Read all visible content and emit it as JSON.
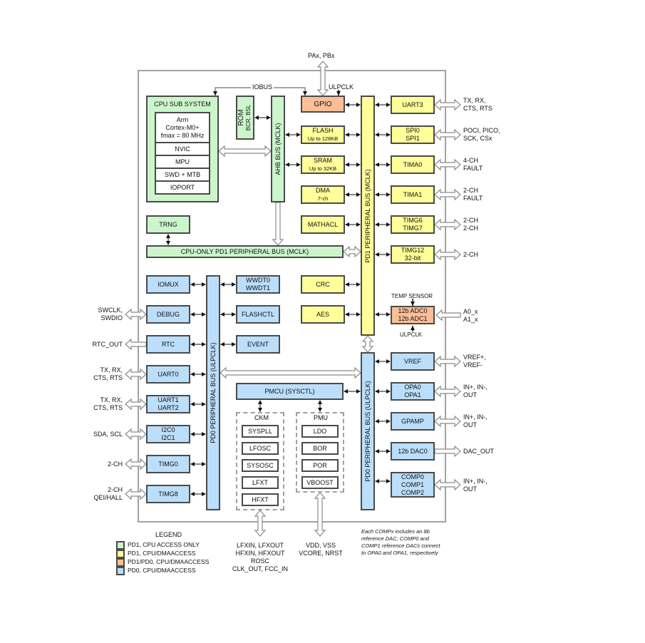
{
  "colors": {
    "pd1_cpu_only": "#ccf5cc",
    "pd1_cpu_dma": "#ffff99",
    "pd1_pd0_cpu_dma": "#fbbf98",
    "pd0_cpu_dma": "#bbdefb",
    "border": "#4a4a4a",
    "frame": "#a3a3a3"
  },
  "top": {
    "pins": "PAx, PBx",
    "iobus": "IOBUS",
    "ulpclk": "ULPCLK"
  },
  "cpu": {
    "title": "CPU SUB SYSTEM",
    "core_line1": "Arm",
    "core_line2": "Cortex-M0+",
    "core_line3": "fmax = 80 MHz",
    "items": [
      "NVIC",
      "MPU",
      "SWD + MTB",
      "IOPORT"
    ]
  },
  "rom": {
    "line1": "ROM",
    "line2": "BCR, BSL"
  },
  "buses": {
    "ahb": "AHB BUS (MCLK)",
    "pd1": "PD1 PERIPHERAL BUS (MCLK)",
    "cpu_only": "CPU-ONLY PD1 PERIPHERAL BUS (MCLK)",
    "pd0_left": "PD0 PERIPHERAL BUS (ULPCLK)",
    "pd0_right": "PD0 PERIPHERAL BUS (ULPCLK)"
  },
  "center": {
    "gpio": "GPIO",
    "flash": {
      "line1": "FLASH",
      "line2": "Up to 128KB"
    },
    "sram": {
      "line1": "SRAM",
      "line2": "Up to 32KB"
    },
    "dma": {
      "line1": "DMA",
      "line2": "7-ch"
    },
    "mathacl": "MATHACL",
    "trng": "TRNG",
    "crc": "CRC",
    "aes": "AES"
  },
  "right_pd1": [
    {
      "line1": "UART3",
      "line2": "",
      "pins": [
        "TX, RX,",
        "CTS, RTS"
      ]
    },
    {
      "line1": "SPI0",
      "line2": "SPI1",
      "pins": [
        "POCI, PICO,",
        "SCK, CSx"
      ]
    },
    {
      "line1": "TIMA0",
      "line2": "",
      "pins": [
        "4-CH",
        "FAULT"
      ]
    },
    {
      "line1": "TIMA1",
      "line2": "",
      "pins": [
        "2-CH",
        "FAULT"
      ]
    },
    {
      "line1": "TIMG6",
      "line2": "TIMG7",
      "pins": [
        "2-CH",
        "2-CH"
      ]
    },
    {
      "line1": "TIMG12",
      "line2": "32-bit",
      "pins": [
        "2-CH",
        ""
      ]
    }
  ],
  "adc": {
    "line1": "12b ADC0",
    "line2": "12b ADC1",
    "temp": "TEMP SENSOR",
    "clk": "ULPCLK",
    "pins": [
      "A0_x",
      "A1_x"
    ]
  },
  "right_pd0": [
    {
      "line1": "VREF",
      "line2": "",
      "line3": "",
      "pins": [
        "VREF+,",
        "VREF-"
      ]
    },
    {
      "line1": "OPA0",
      "line2": "OPA1",
      "line3": "",
      "pins": [
        "IN+, IN-,",
        "OUT"
      ]
    },
    {
      "line1": "GPAMP",
      "line2": "",
      "line3": "",
      "pins": [
        "IN+, IN-,",
        "OUT"
      ]
    },
    {
      "line1": "12b DAC0",
      "line2": "",
      "line3": "",
      "pins": [
        "DAC_OUT",
        ""
      ]
    },
    {
      "line1": "COMP0",
      "line2": "COMP1",
      "line3": "COMP2",
      "pins": [
        "IN+, IN-,",
        "OUT"
      ]
    }
  ],
  "left_pd0": [
    {
      "line1": "IOMUX",
      "line2": "",
      "pins": [
        "",
        ""
      ]
    },
    {
      "line1": "DEBUG",
      "line2": "",
      "pins": [
        "SWCLK,",
        "SWDIO"
      ]
    },
    {
      "line1": "RTC",
      "line2": "",
      "pins": [
        "RTC_OUT",
        ""
      ]
    },
    {
      "line1": "UART0",
      "line2": "",
      "pins": [
        "TX, RX,",
        "CTS, RTS"
      ]
    },
    {
      "line1": "UART1",
      "line2": "UART2",
      "pins": [
        "TX, RX,",
        "CTS, RTS"
      ]
    },
    {
      "line1": "I2C0",
      "line2": "I2C1",
      "pins": [
        "SDA, SCL",
        ""
      ]
    },
    {
      "line1": "TIMG0",
      "line2": "",
      "pins": [
        "2-CH",
        ""
      ]
    },
    {
      "line1": "TIMG8",
      "line2": "",
      "pins": [
        "2-CH",
        "QEI/HALL"
      ]
    }
  ],
  "mid_pd0": [
    {
      "line1": "WWDT0",
      "line2": "WWDT1"
    },
    {
      "line1": "FLASHCTL",
      "line2": ""
    },
    {
      "line1": "EVENT",
      "line2": ""
    }
  ],
  "pmcu": "PMCU (SYSCTL)",
  "ckm": {
    "title": "CKM",
    "items": [
      "SYSPLL",
      "LFOSC",
      "SYSOSC",
      "LFXT",
      "HFXT"
    ],
    "pins": [
      "LFXIN, LFXOUT",
      "HFXIN, HFXOUT",
      "ROSC",
      "CLK_OUT, FCC_IN"
    ]
  },
  "pmu": {
    "title": "PMU",
    "items": [
      "LDO",
      "BOR",
      "POR",
      "VBOOST"
    ],
    "pins": [
      "VDD, VSS",
      "VCORE, NRST"
    ]
  },
  "legend": {
    "title": "LEGEND",
    "items": [
      {
        "label": "PD1, CPU ACCESS ONLY",
        "color": "#ccf5cc"
      },
      {
        "label": "PD1, CPU/DMAACCESS",
        "color": "#ffff99"
      },
      {
        "label": "PD1/PD0, CPU/DMAACCESS",
        "color": "#fbbf98"
      },
      {
        "label": "PD0, CPU/DMAACCESS",
        "color": "#bbdefb"
      }
    ]
  },
  "note": [
    "Each COMPx includes an 8b",
    "reference DAC; COMP0 and",
    "COMP1 reference DACs connect",
    "to OPA0 and OPA1, respectively"
  ]
}
